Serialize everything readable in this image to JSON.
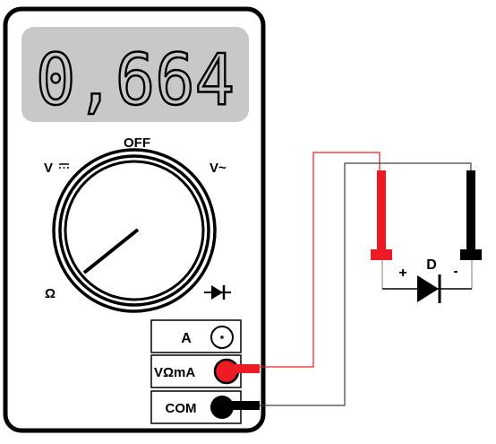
{
  "meter": {
    "display_value": "0,664",
    "dial_labels": {
      "off": "OFF",
      "dc_volts": "V",
      "ac_volts": "V~",
      "ohms": "Ω"
    },
    "jacks": {
      "amps": "A",
      "volt_ohm_ma": "VΩmA",
      "common": "COM"
    }
  },
  "circuit": {
    "diode_label": "D",
    "anode_sign": "+",
    "cathode_sign": "-"
  },
  "colors": {
    "display_background": "#c8c8c8",
    "red_probe": "#ed1c24",
    "black_probe": "#000000",
    "red_wire": "#ed1c24",
    "black_wire": "#404040"
  }
}
